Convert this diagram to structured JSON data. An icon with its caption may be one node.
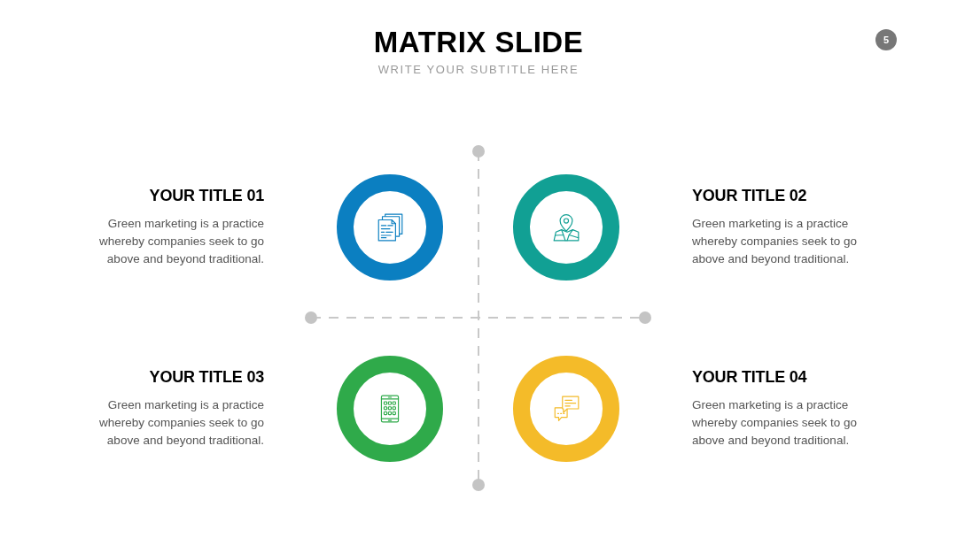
{
  "diagram": {
    "title": "MATRIX SLIDE",
    "nodes": [
      {
        "text": [],
        "shape": "circle",
        "beside": [
          "YOUR TITLE 01",
          "Green marketing is a practice whereby companies seek to go above and beyond traditional."
        ]
      },
      {
        "text": [],
        "shape": "circle",
        "beside": [
          "YOUR TITLE 02",
          "Green marketing is a practice whereby companies seek to go above and beyond traditional."
        ]
      },
      {
        "text": [],
        "shape": "circle",
        "beside": [
          "YOUR TITLE 03",
          "Green marketing is a practice whereby companies seek to go above and beyond traditional."
        ]
      },
      {
        "text": [],
        "shape": "circle",
        "beside": [
          "YOUR TITLE 04",
          "Green marketing is a practice whereby companies seek to go above and beyond traditional."
        ]
      }
    ],
    "labels": [
      "WRITE YOUR SUBTITLE HERE",
      "5"
    ]
  }
}
